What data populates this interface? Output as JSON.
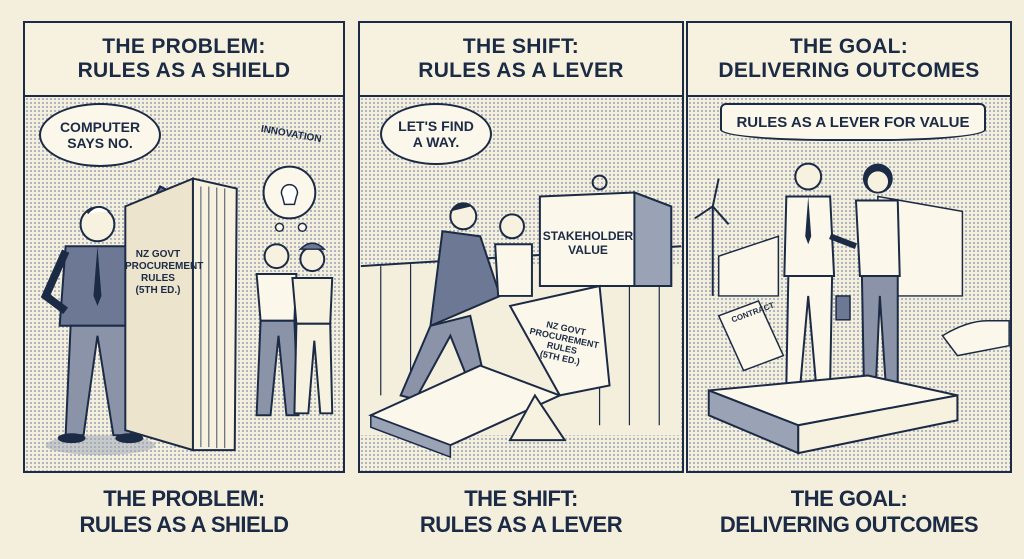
{
  "panels": [
    {
      "title_line1": "THE PROBLEM:",
      "title_line2": "RULES AS A SHIELD",
      "speech": {
        "line1": "COMPUTER",
        "line2": "SAYS NO."
      },
      "thought_label": "INNOVATION",
      "book_label": {
        "line1": "NZ GOVT",
        "line2": "PROCUREMENT",
        "line3": "RULES",
        "line4": "(5TH ED.)"
      },
      "caption_line1": "THE PROBLEM:",
      "caption_line2": "RULES AS A SHIELD"
    },
    {
      "title_line1": "THE SHIFT:",
      "title_line2": "RULES AS A LEVER",
      "speech": {
        "line1": "LET'S FIND",
        "line2": "A WAY."
      },
      "weight_label": {
        "line1": "STAKEHOLDER",
        "line2": "VALUE"
      },
      "book_label": {
        "line1": "NZ GOVT",
        "line2": "PROCUREMENT",
        "line3": "RULES",
        "line4": "(5TH ED.)"
      },
      "caption_line1": "THE SHIFT:",
      "caption_line2": "RULES AS A LEVER"
    },
    {
      "title_line1": "THE GOAL:",
      "title_line2": "DELIVERING OUTCOMES",
      "banner": "RULES AS A LEVER FOR VALUE",
      "contract_label": "CONTRACT",
      "caption_line1": "THE GOAL:",
      "caption_line2": "DELIVERING OUTCOMES"
    }
  ],
  "colors": {
    "ink": "#1b2a45",
    "paper": "#f4eedc"
  }
}
